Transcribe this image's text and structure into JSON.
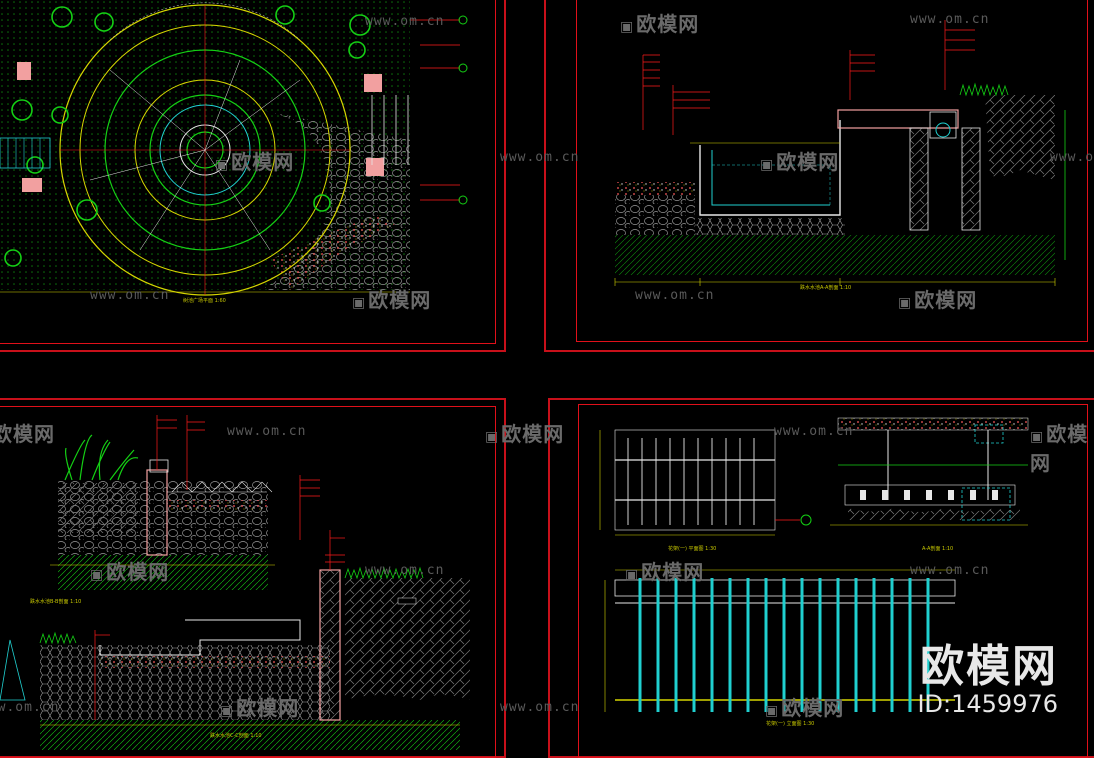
{
  "watermark": {
    "url": "www.om.cn",
    "logo": "欧模网"
  },
  "brand": {
    "name": "欧模网",
    "id": "ID:1459976"
  },
  "sheets": [
    {
      "caption": "树池广场平面 1:60"
    },
    {
      "caption": "跌水水池A-A剖面 1:10"
    },
    {
      "caption": "跌水水池B-B剖面 1:10"
    },
    {
      "caption": "跌水水池C-C剖面 1:10"
    },
    {
      "caption": "花架(一) 平面图 1:30"
    },
    {
      "caption": "A-A剖面 1:10"
    },
    {
      "caption": "花架(一) 立面图 1:30"
    }
  ],
  "colors": {
    "background": "#000000",
    "frame_red": "#c8101a",
    "cad_green": "#14d014",
    "cad_yellow": "#d6d600",
    "cad_cyan": "#20d0d0",
    "cad_white": "#e8e8e8",
    "cad_red": "#ff1a1a",
    "hatch_gray": "#8a8a8a"
  }
}
